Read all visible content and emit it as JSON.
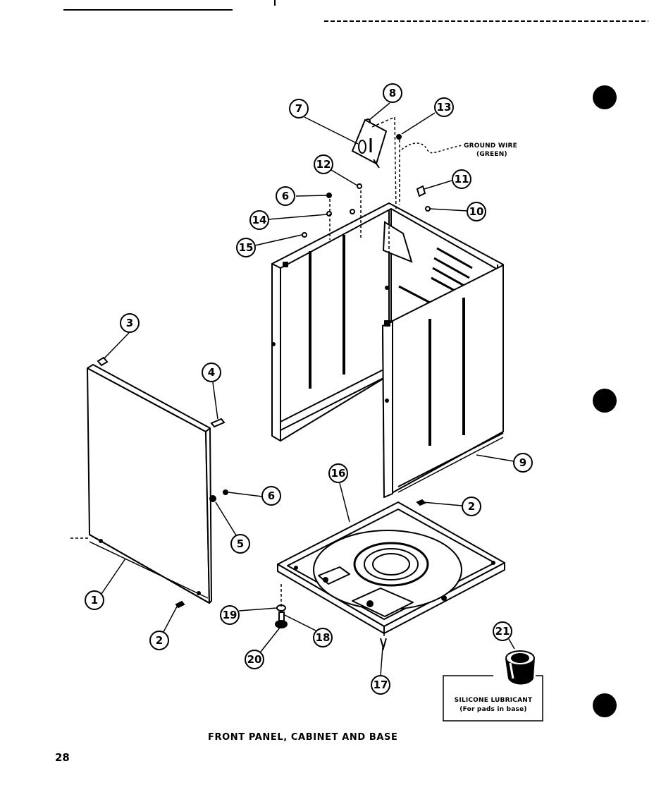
{
  "diagram": {
    "caption": "FRONT PANEL, CABINET AND BASE",
    "page_number": "28",
    "notes": {
      "ground_wire_line1": "GROUND WIRE",
      "ground_wire_line2": "(GREEN)",
      "lubricant_line1": "SILICONE LUBRICANT",
      "lubricant_line2": "(For pads in base)"
    },
    "callouts": [
      {
        "id": "1",
        "label": "1"
      },
      {
        "id": "2a",
        "label": "2"
      },
      {
        "id": "2b",
        "label": "2"
      },
      {
        "id": "3",
        "label": "3"
      },
      {
        "id": "4",
        "label": "4"
      },
      {
        "id": "5",
        "label": "5"
      },
      {
        "id": "6a",
        "label": "6"
      },
      {
        "id": "6b",
        "label": "6"
      },
      {
        "id": "7",
        "label": "7"
      },
      {
        "id": "8",
        "label": "8"
      },
      {
        "id": "9",
        "label": "9"
      },
      {
        "id": "10",
        "label": "10"
      },
      {
        "id": "11",
        "label": "11"
      },
      {
        "id": "12",
        "label": "12"
      },
      {
        "id": "13",
        "label": "13"
      },
      {
        "id": "14",
        "label": "14"
      },
      {
        "id": "15",
        "label": "15"
      },
      {
        "id": "16",
        "label": "16"
      },
      {
        "id": "17",
        "label": "17"
      },
      {
        "id": "18",
        "label": "18"
      },
      {
        "id": "19",
        "label": "19"
      },
      {
        "id": "20",
        "label": "20"
      },
      {
        "id": "21",
        "label": "21"
      }
    ]
  }
}
